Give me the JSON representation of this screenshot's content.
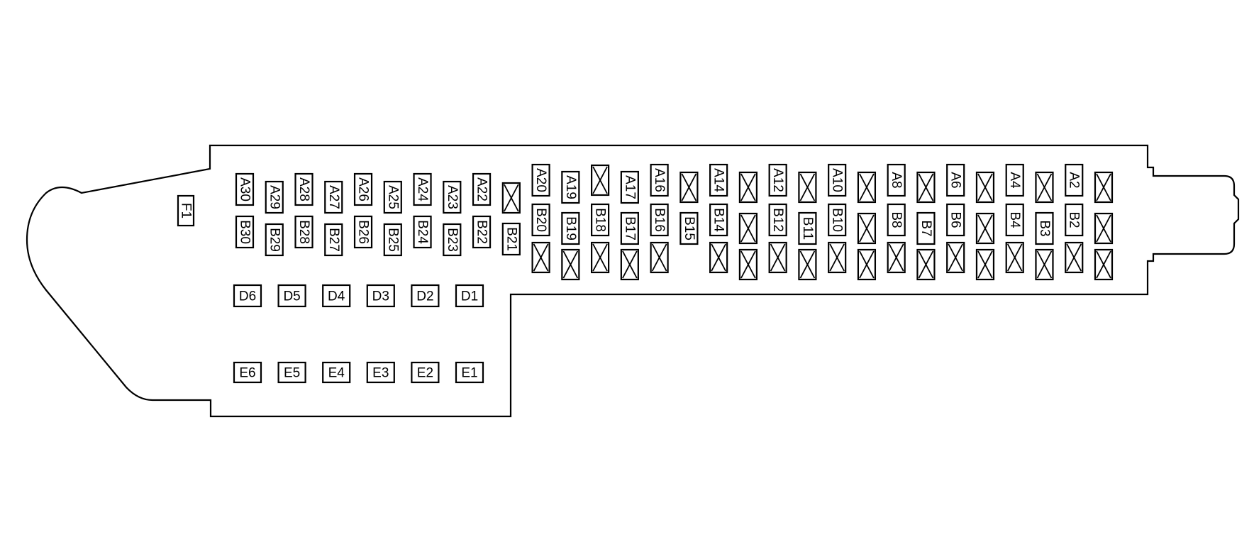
{
  "diagram": {
    "type": "fuse-box-layout",
    "colors": {
      "stroke": "#000000",
      "background": "#ffffff"
    },
    "row_a": [
      {
        "label": "A30"
      },
      {
        "label": "A29"
      },
      {
        "label": "A28"
      },
      {
        "label": "A27"
      },
      {
        "label": "A26"
      },
      {
        "label": "A25"
      },
      {
        "label": "A24"
      },
      {
        "label": "A23"
      },
      {
        "label": "A22"
      },
      {
        "label": ""
      },
      {
        "label": "A20"
      },
      {
        "label": "A19"
      },
      {
        "label": ""
      },
      {
        "label": "A17"
      },
      {
        "label": "A16"
      },
      {
        "label": ""
      },
      {
        "label": "A14"
      },
      {
        "label": ""
      },
      {
        "label": "A12"
      },
      {
        "label": ""
      },
      {
        "label": "A10"
      },
      {
        "label": ""
      },
      {
        "label": "A8"
      },
      {
        "label": ""
      },
      {
        "label": "A6"
      },
      {
        "label": ""
      },
      {
        "label": "A4"
      },
      {
        "label": ""
      },
      {
        "label": "A2"
      },
      {
        "label": ""
      }
    ],
    "row_b": [
      {
        "label": "B30"
      },
      {
        "label": "B29"
      },
      {
        "label": "B28"
      },
      {
        "label": "B27"
      },
      {
        "label": "B26"
      },
      {
        "label": "B25"
      },
      {
        "label": "B24"
      },
      {
        "label": "B23"
      },
      {
        "label": "B22"
      },
      {
        "label": "B21"
      },
      {
        "label": "B20"
      },
      {
        "label": "B19"
      },
      {
        "label": "B18"
      },
      {
        "label": "B17"
      },
      {
        "label": "B16"
      },
      {
        "label": "B15"
      },
      {
        "label": "B14"
      },
      {
        "label": ""
      },
      {
        "label": "B12"
      },
      {
        "label": "B11"
      },
      {
        "label": "B10"
      },
      {
        "label": ""
      },
      {
        "label": "B8"
      },
      {
        "label": "B7"
      },
      {
        "label": "B6"
      },
      {
        "label": ""
      },
      {
        "label": "B4"
      },
      {
        "label": "B3"
      },
      {
        "label": "B2"
      },
      {
        "label": ""
      }
    ],
    "row_c_slots": 20,
    "row_d": [
      "D6",
      "D5",
      "D4",
      "D3",
      "D2",
      "D1"
    ],
    "row_e": [
      "E6",
      "E5",
      "E4",
      "E3",
      "E2",
      "E1"
    ],
    "standalone": "F1"
  }
}
